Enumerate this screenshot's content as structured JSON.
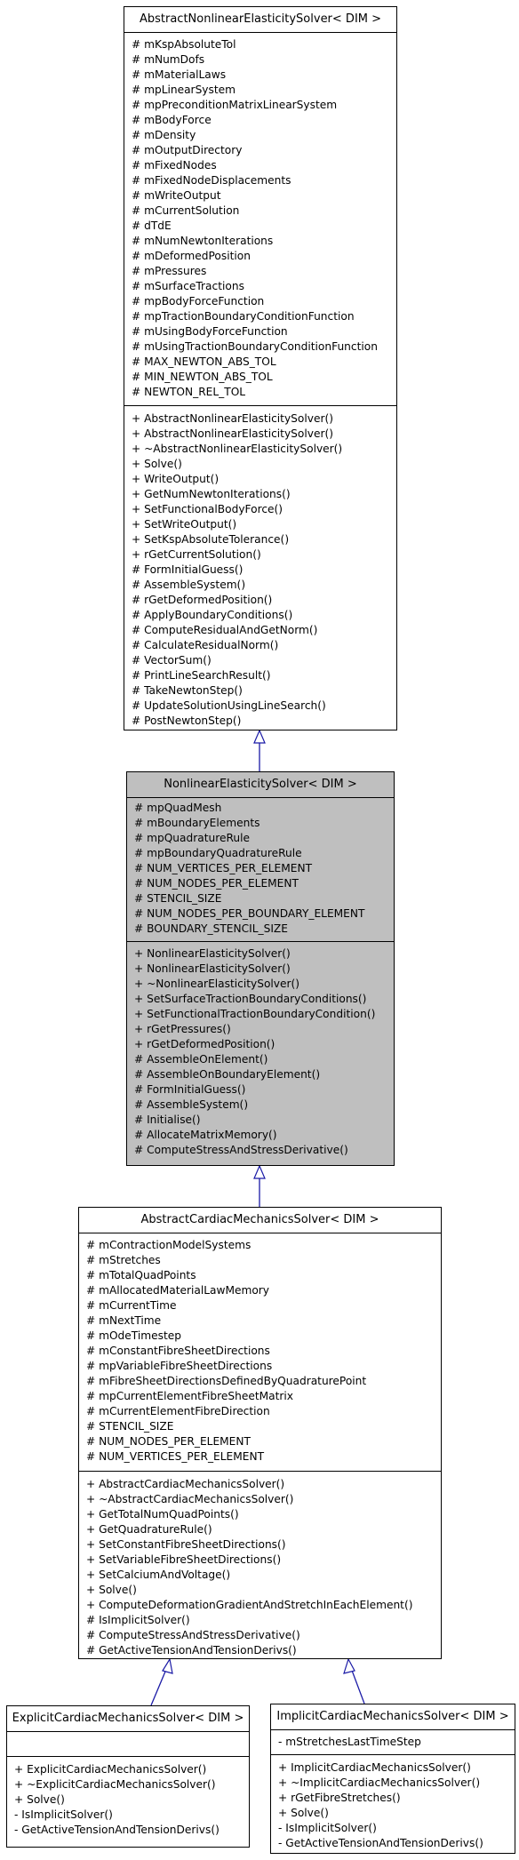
{
  "classes": {
    "abstract_nonlinear": {
      "title": "AbstractNonlinearElasticitySolver< DIM >",
      "attributes": [
        "# mKspAbsoluteTol",
        "# mNumDofs",
        "# mMaterialLaws",
        "# mpLinearSystem",
        "# mpPreconditionMatrixLinearSystem",
        "# mBodyForce",
        "# mDensity",
        "# mOutputDirectory",
        "# mFixedNodes",
        "# mFixedNodeDisplacements",
        "# mWriteOutput",
        "# mCurrentSolution",
        "# dTdE",
        "# mNumNewtonIterations",
        "# mDeformedPosition",
        "# mPressures",
        "# mSurfaceTractions",
        "# mpBodyForceFunction",
        "# mpTractionBoundaryConditionFunction",
        "# mUsingBodyForceFunction",
        "# mUsingTractionBoundaryConditionFunction",
        "# MAX_NEWTON_ABS_TOL",
        "# MIN_NEWTON_ABS_TOL",
        "# NEWTON_REL_TOL"
      ],
      "methods": [
        "+ AbstractNonlinearElasticitySolver()",
        "+ AbstractNonlinearElasticitySolver()",
        "+ ~AbstractNonlinearElasticitySolver()",
        "+ Solve()",
        "+ WriteOutput()",
        "+ GetNumNewtonIterations()",
        "+ SetFunctionalBodyForce()",
        "+ SetWriteOutput()",
        "+ SetKspAbsoluteTolerance()",
        "+ rGetCurrentSolution()",
        "# FormInitialGuess()",
        "# AssembleSystem()",
        "# rGetDeformedPosition()",
        "# ApplyBoundaryConditions()",
        "# ComputeResidualAndGetNorm()",
        "# CalculateResidualNorm()",
        "# VectorSum()",
        "# PrintLineSearchResult()",
        "# TakeNewtonStep()",
        "# UpdateSolutionUsingLineSearch()",
        "# PostNewtonStep()"
      ]
    },
    "nonlinear": {
      "title": "NonlinearElasticitySolver< DIM >",
      "attributes": [
        "# mpQuadMesh",
        "# mBoundaryElements",
        "# mpQuadratureRule",
        "# mpBoundaryQuadratureRule",
        "# NUM_VERTICES_PER_ELEMENT",
        "# NUM_NODES_PER_ELEMENT",
        "# STENCIL_SIZE",
        "# NUM_NODES_PER_BOUNDARY_ELEMENT",
        "# BOUNDARY_STENCIL_SIZE"
      ],
      "methods": [
        "+ NonlinearElasticitySolver()",
        "+ NonlinearElasticitySolver()",
        "+ ~NonlinearElasticitySolver()",
        "+ SetSurfaceTractionBoundaryConditions()",
        "+ SetFunctionalTractionBoundaryCondition()",
        "+ rGetPressures()",
        "+ rGetDeformedPosition()",
        "# AssembleOnElement()",
        "# AssembleOnBoundaryElement()",
        "# FormInitialGuess()",
        "# AssembleSystem()",
        "# Initialise()",
        "# AllocateMatrixMemory()",
        "# ComputeStressAndStressDerivative()"
      ]
    },
    "abstract_cardiac": {
      "title": "AbstractCardiacMechanicsSolver< DIM >",
      "attributes": [
        "# mContractionModelSystems",
        "# mStretches",
        "# mTotalQuadPoints",
        "# mAllocatedMaterialLawMemory",
        "# mCurrentTime",
        "# mNextTime",
        "# mOdeTimestep",
        "# mConstantFibreSheetDirections",
        "# mpVariableFibreSheetDirections",
        "# mFibreSheetDirectionsDefinedByQuadraturePoint",
        "# mpCurrentElementFibreSheetMatrix",
        "# mCurrentElementFibreDirection",
        "# STENCIL_SIZE",
        "# NUM_NODES_PER_ELEMENT",
        "# NUM_VERTICES_PER_ELEMENT"
      ],
      "methods": [
        "+ AbstractCardiacMechanicsSolver()",
        "+ ~AbstractCardiacMechanicsSolver()",
        "+ GetTotalNumQuadPoints()",
        "+ GetQuadratureRule()",
        "+ SetConstantFibreSheetDirections()",
        "+ SetVariableFibreSheetDirections()",
        "+ SetCalciumAndVoltage()",
        "+ Solve()",
        "+ ComputeDeformationGradientAndStretchInEachElement()",
        "# IsImplicitSolver()",
        "# ComputeStressAndStressDerivative()",
        "# GetActiveTensionAndTensionDerivs()"
      ]
    },
    "explicit_cardiac": {
      "title": "ExplicitCardiacMechanicsSolver< DIM >",
      "attributes": [],
      "methods": [
        "+ ExplicitCardiacMechanicsSolver()",
        "+ ~ExplicitCardiacMechanicsSolver()",
        "+ Solve()",
        "- IsImplicitSolver()",
        "- GetActiveTensionAndTensionDerivs()"
      ]
    },
    "implicit_cardiac": {
      "title": "ImplicitCardiacMechanicsSolver< DIM >",
      "attributes": [
        "- mStretchesLastTimeStep"
      ],
      "methods": [
        "+ ImplicitCardiacMechanicsSolver()",
        "+ ~ImplicitCardiacMechanicsSolver()",
        "+ rGetFibreStretches()",
        "+ Solve()",
        "- IsImplicitSolver()",
        "- GetActiveTensionAndTensionDerivs()"
      ]
    }
  },
  "colors": {
    "highlight_fill": "#bfbfbf",
    "edge": "#1a1aa6"
  }
}
